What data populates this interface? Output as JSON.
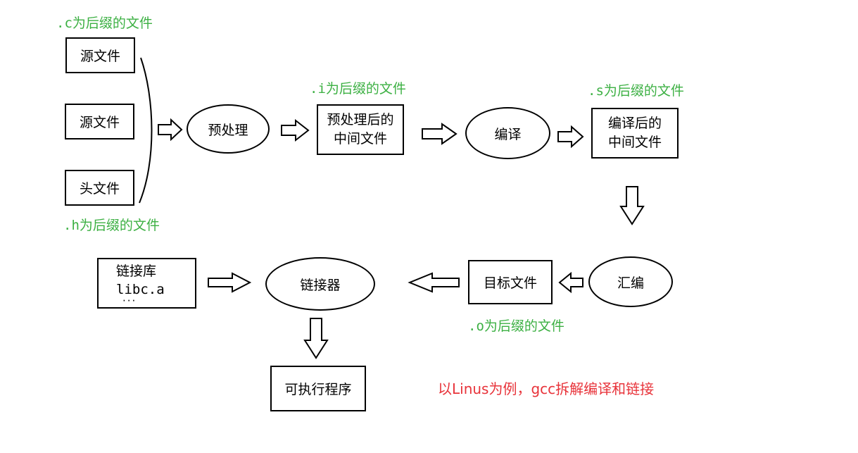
{
  "annotations": {
    "c_suffix": ".c为后缀的文件",
    "h_suffix": ".h为后缀的文件",
    "i_suffix": ".i为后缀的文件",
    "s_suffix": ".s为后缀的文件",
    "o_suffix": ".o为后缀的文件",
    "annotation_color": "#3cb043"
  },
  "nodes": {
    "source_file_1": "源文件",
    "source_file_2": "源文件",
    "header_file": "头文件",
    "preprocess": "预处理",
    "preprocessed_line1": "预处理后的",
    "preprocessed_line2": "中间文件",
    "compile": "编译",
    "compiled_line1": "编译后的",
    "compiled_line2": "中间文件",
    "assemble": "汇编",
    "object_file": "目标文件",
    "linker": "链接器",
    "library_title": "链接库",
    "library_item": "libc.a",
    "library_more": "···",
    "executable": "可执行程序"
  },
  "footnote": {
    "text": "以Linus为例，gcc拆解编译和链接",
    "color": "#e8333a"
  }
}
